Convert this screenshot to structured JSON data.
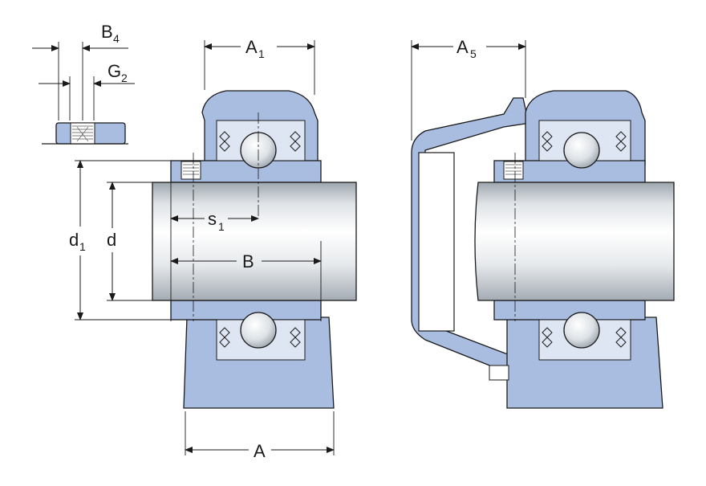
{
  "labels": {
    "A1": {
      "main": "A",
      "sub": "1"
    },
    "A5": {
      "main": "A",
      "sub": "5"
    },
    "B4": {
      "main": "B",
      "sub": "4"
    },
    "G2": {
      "main": "G",
      "sub": "2"
    },
    "s1": {
      "main": "s",
      "sub": "1"
    },
    "d1": {
      "main": "d",
      "sub": "1"
    },
    "d": "d",
    "B": "B",
    "A": "A"
  },
  "colors": {
    "housing": "#a9bde0",
    "housing_dark": "#8ea6d2",
    "outline": "#1a1a1a",
    "shaft_light": "#f4f6f8",
    "shaft_dark": "#aab1b8"
  }
}
